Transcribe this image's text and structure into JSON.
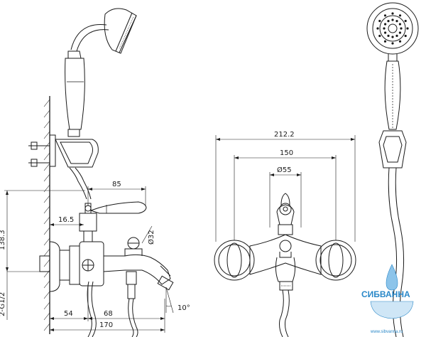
{
  "dimensions": {
    "overall_width": "212.2",
    "handle_spacing": "150",
    "body_diameter": "Ø55",
    "spout_length": "85",
    "handle_offset": "16.5",
    "height": "138.3",
    "connection_thread": "2-G1/2",
    "wall_to_center": "54",
    "center_to_spout": "68",
    "total_depth": "170",
    "spout_diameter": "Ø32",
    "spout_angle": "10°"
  },
  "logo": {
    "brand": "СИБВАННА",
    "url": "www.sibvanna.ru",
    "colors": {
      "primary": "#2a88c8",
      "light": "#8cc4ea"
    }
  }
}
